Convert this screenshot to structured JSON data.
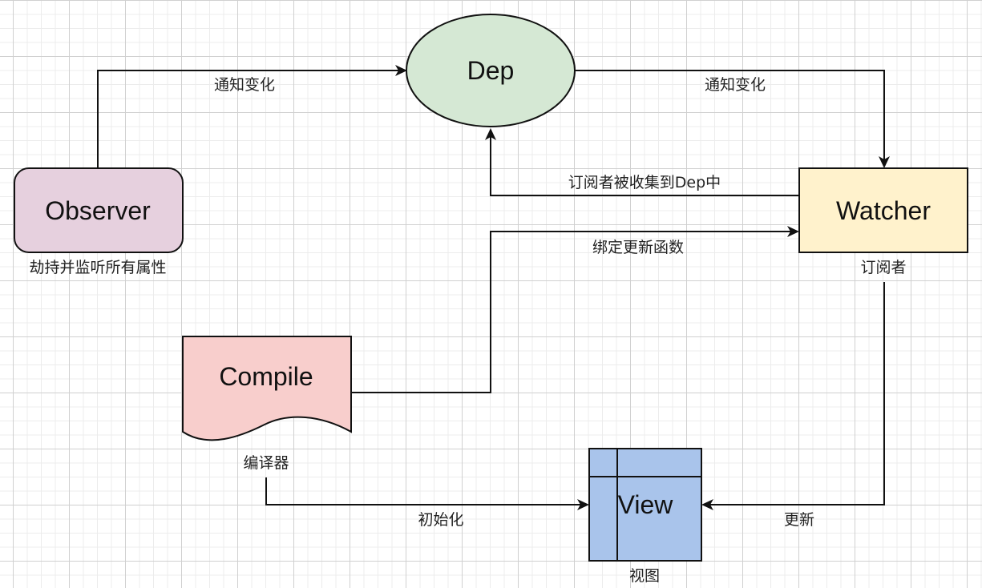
{
  "diagram": {
    "title": "Vue reactivity (Observer / Dep / Watcher / Compile / View)",
    "nodes": {
      "dep": {
        "label": "Dep",
        "shape": "ellipse",
        "fill": "#d5e8d4"
      },
      "observer": {
        "label": "Observer",
        "shape": "rounded-rect",
        "fill": "#e6d0de",
        "caption": "劫持并监听所有属性"
      },
      "watcher": {
        "label": "Watcher",
        "shape": "rect",
        "fill": "#fff2cc",
        "caption": "订阅者"
      },
      "compile": {
        "label": "Compile",
        "shape": "document",
        "fill": "#f8cecc",
        "caption": "编译器"
      },
      "view": {
        "label": "View",
        "shape": "internal-storage",
        "fill": "#a9c4eb",
        "caption": "视图"
      }
    },
    "edges": {
      "observer_to_dep": {
        "from": "Observer",
        "to": "Dep",
        "label": "通知变化"
      },
      "dep_to_watcher": {
        "from": "Dep",
        "to": "Watcher",
        "label": "通知变化"
      },
      "watcher_to_dep": {
        "from": "Watcher",
        "to": "Dep",
        "label": "订阅者被收集到Dep中"
      },
      "compile_to_watcher": {
        "from": "Compile",
        "to": "Watcher",
        "label": "绑定更新函数"
      },
      "compile_to_view": {
        "from": "Compile",
        "to": "View",
        "label": "初始化"
      },
      "watcher_to_view": {
        "from": "Watcher",
        "to": "View",
        "label": "更新"
      }
    },
    "colors": {
      "stroke": "#111111",
      "grid_major": "#d0d0d0",
      "grid_minor": "#ececec"
    }
  }
}
